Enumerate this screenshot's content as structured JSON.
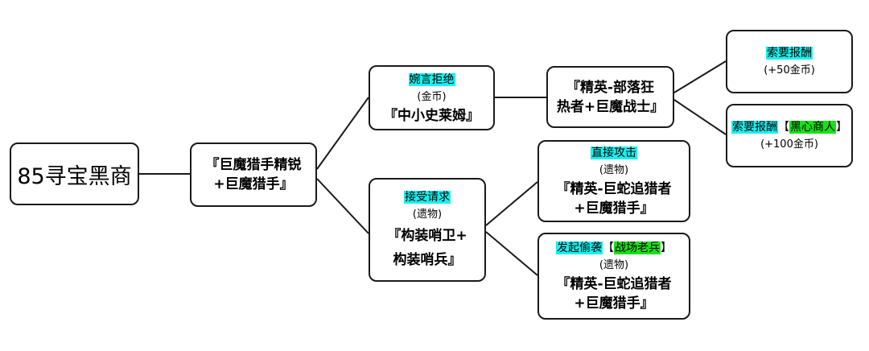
{
  "root": {
    "label": "85寻宝黑商"
  },
  "n1": {
    "line1": "『巨魔猎手精锐",
    "line2": "+巨魔猎手』"
  },
  "n2": {
    "option": "婉言拒绝",
    "reward": "(金币)",
    "enemy": "『中小史莱姆』"
  },
  "n3": {
    "option": "接受请求",
    "reward": "(遗物)",
    "enemy_line1": "『构装哨卫+",
    "enemy_line2": "构装哨兵』"
  },
  "n4": {
    "line1": "『精英-部落狂",
    "line2": "热者+巨魔战士』"
  },
  "n5": {
    "option": "索要报酬",
    "reward": "(+50金币)"
  },
  "n6": {
    "option": "索要报酬",
    "bracket_open": "【",
    "tag": "黑心商人",
    "bracket_close": "】",
    "reward": "(+100金币)"
  },
  "n7": {
    "option": "直接攻击",
    "reward": "(遗物)",
    "enemy_line1": "『精英-巨蛇追猎者",
    "enemy_line2": "+巨魔猎手』"
  },
  "n8": {
    "option": "发起偷袭",
    "bracket_open": "【",
    "tag": "战场老兵",
    "bracket_close": "】",
    "reward": "(遗物)",
    "enemy_line1": "『精英-巨蛇追猎者",
    "enemy_line2": "+巨魔猎手』"
  },
  "colors": {
    "option_highlight": "#19f0f0",
    "tag_highlight": "#19e019",
    "border": "#1a1a1a"
  }
}
